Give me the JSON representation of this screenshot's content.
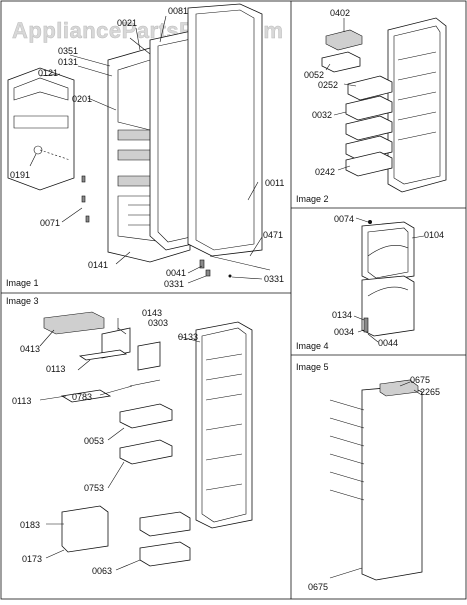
{
  "watermark": "AppliancePartsPros.com",
  "panels": {
    "image1": "Image 1",
    "image2": "Image 2",
    "image3": "Image 3",
    "image4": "Image 4",
    "image5": "Image 5"
  },
  "parts": {
    "p0081": "0081",
    "p0021": "0021",
    "p0351": "0351",
    "p0131": "0131",
    "p0121": "0121",
    "p0201": "0201",
    "p0191": "0191",
    "p0071": "0071",
    "p0141": "0141",
    "p0011": "0011",
    "p0471": "0471",
    "p0041": "0041",
    "p0331a": "0331",
    "p0331b": "0331",
    "p0402": "0402",
    "p0052": "0052",
    "p0252": "0252",
    "p0032": "0032",
    "p0242": "0242",
    "p0074": "0074",
    "p0104": "0104",
    "p0134": "0134",
    "p0034": "0034",
    "p0044": "0044",
    "p0143": "0143",
    "p0303": "0303",
    "p0133": "0133",
    "p0413": "0413",
    "p0113a": "0113",
    "p0113b": "0113",
    "p0783": "0783",
    "p0053": "0053",
    "p0753": "0753",
    "p0183": "0183",
    "p0173": "0173",
    "p0063": "0063",
    "p0675a": "0675",
    "p2265": "2265",
    "p0675b": "0675"
  }
}
